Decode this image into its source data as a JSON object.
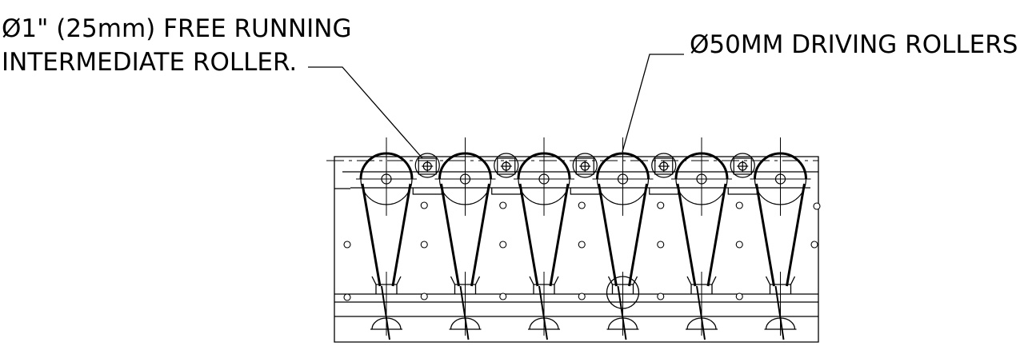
{
  "callouts": {
    "free_roller_line1": "Ø1\" (25mm) FREE RUNNING",
    "free_roller_line2": "INTERMEDIATE ROLLER.",
    "driving_rollers": "Ø50MM DRIVING ROLLERS"
  },
  "drawing": {
    "driving_roller_count": 6,
    "intermediate_roller_count": 5,
    "line_color": "#000000",
    "background_color": "#ffffff"
  }
}
